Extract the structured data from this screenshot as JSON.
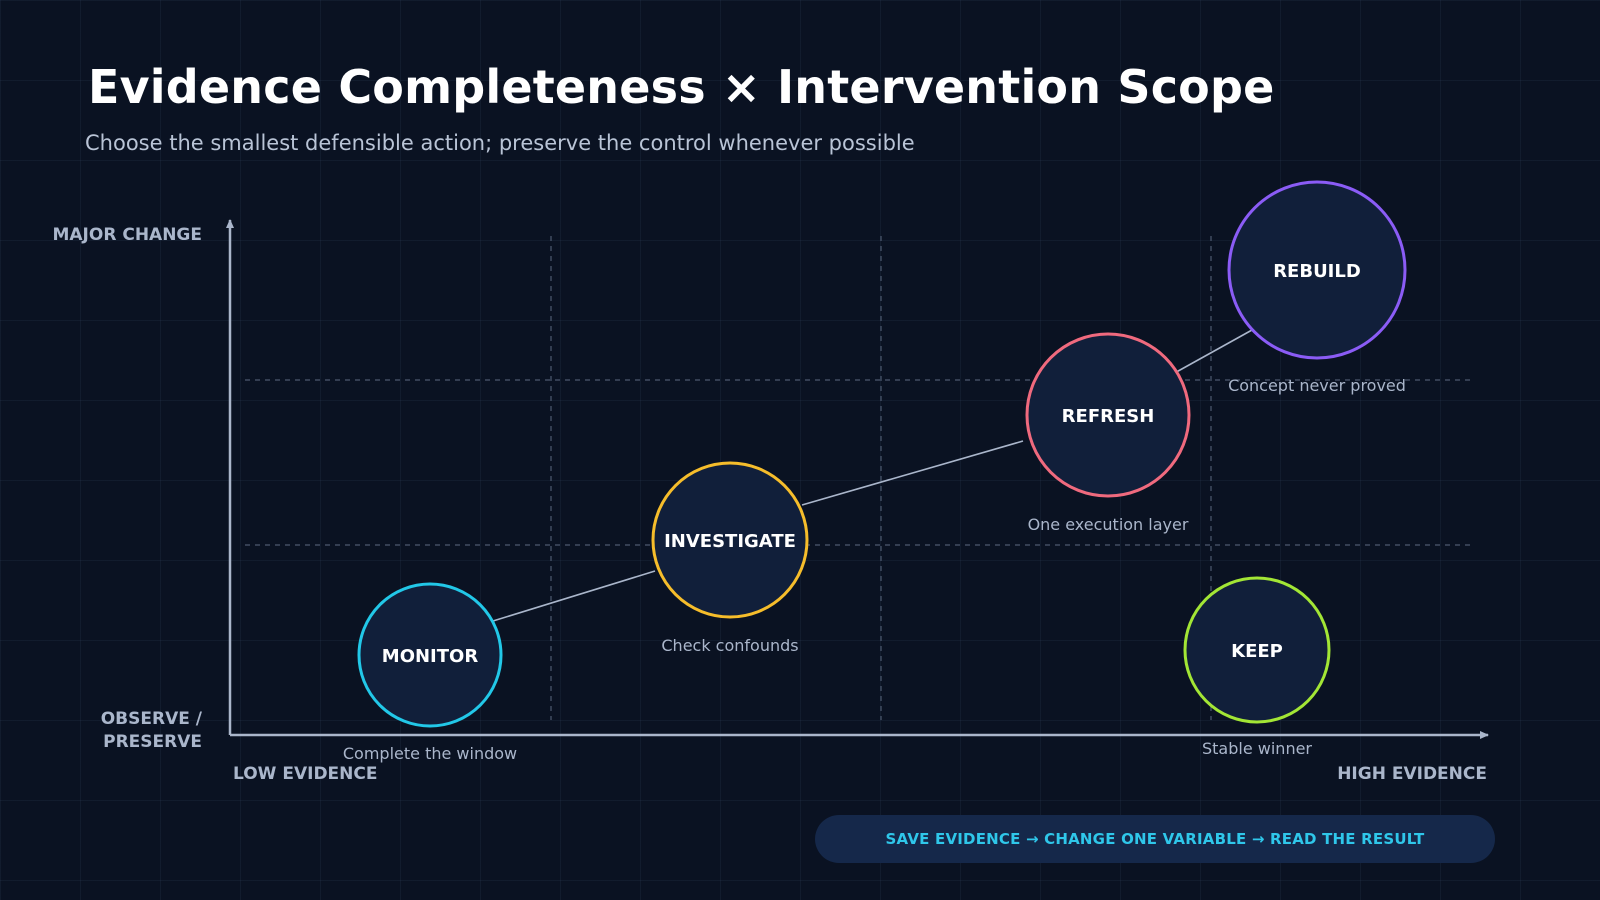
{
  "header": {
    "title": "Evidence Completeness × Intervention Scope",
    "subtitle": "Choose the smallest defensible action; preserve the control whenever possible"
  },
  "axes": {
    "y_top": "MAJOR CHANGE",
    "y_bottom_line1": "OBSERVE /",
    "y_bottom_line2": "PRESERVE",
    "x_left": "LOW EVIDENCE",
    "x_right": "HIGH EVIDENCE"
  },
  "nodes": [
    {
      "id": "monitor",
      "label": "MONITOR",
      "caption": "Complete the window",
      "color": "#22c8e8"
    },
    {
      "id": "investigate",
      "label": "INVESTIGATE",
      "caption": "Check confounds",
      "color": "#f6bd2b"
    },
    {
      "id": "refresh",
      "label": "REFRESH",
      "caption": "One execution layer",
      "color": "#f06a7e"
    },
    {
      "id": "rebuild",
      "label": "REBUILD",
      "caption": "Concept never proved",
      "color": "#8b5cf6"
    },
    {
      "id": "keep",
      "label": "KEEP",
      "caption": "Stable winner",
      "color": "#a3e635"
    }
  ],
  "footer": {
    "flow": "SAVE EVIDENCE → CHANGE ONE VARIABLE → READ THE RESULT"
  },
  "colors": {
    "background": "#0a1222",
    "node_fill": "#111f3a",
    "axis": "#aab6cb",
    "accent": "#2fc7ea"
  }
}
